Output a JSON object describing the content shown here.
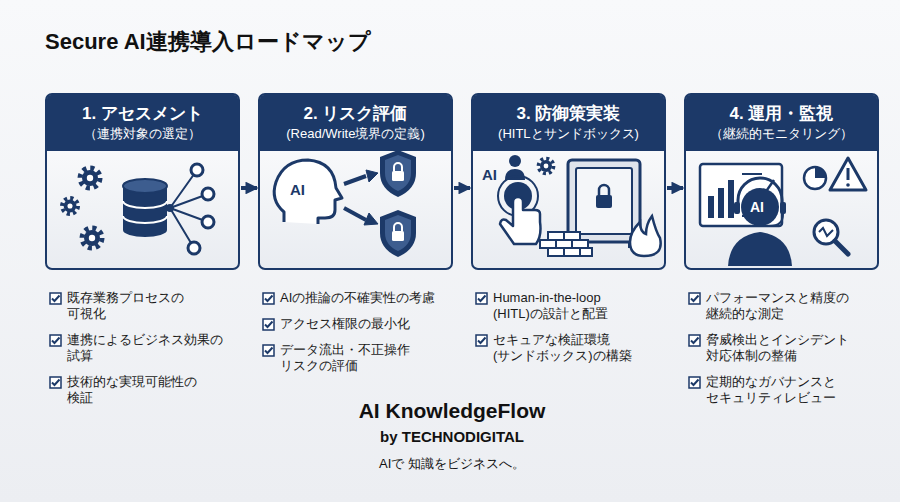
{
  "diagram": {
    "title": "Secure AI連携導入ロードマップ",
    "nodes": [
      {
        "text": [
          "1. アセスメント",
          "（連携対象の選定）"
        ]
      },
      {
        "text": [
          "2. リスク評価",
          "(Read/Write境界の定義)"
        ]
      },
      {
        "text": [
          "3. 防御策実装",
          "(HITLとサンドボックス)"
        ]
      },
      {
        "text": [
          "4. 運用・監視",
          "（継続的モニタリング）"
        ]
      }
    ],
    "edges": [
      {
        "from": 0,
        "to": 1,
        "arrow": "to"
      },
      {
        "from": 1,
        "to": 2,
        "arrow": "to"
      },
      {
        "from": 2,
        "to": 3,
        "arrow": "to"
      }
    ],
    "labels": [
      "AI",
      "AI",
      "AI",
      "既存業務プロセスの 可視化",
      "連携によるビジネス効果の 試算",
      "技術的な実現可能性の 検証",
      "AIの推論の不確実性の考慮",
      "アクセス権限の最小化",
      "データ流出・不正操作 リスクの評価",
      "Human-in-the-loop (HITL)の設計と配置",
      "セキュアな検証環境 (サンドボックス)の構築",
      "パフォーマンスと精度の 継続的な測定",
      "脅威検出とインシデント 対応体制の整備",
      "定期的なガバナンスと セキュリティレビュー",
      "AI KnowledgeFlow",
      "by TECHNODIGITAL",
      "AIで 知識をビジネスへ。"
    ]
  }
}
